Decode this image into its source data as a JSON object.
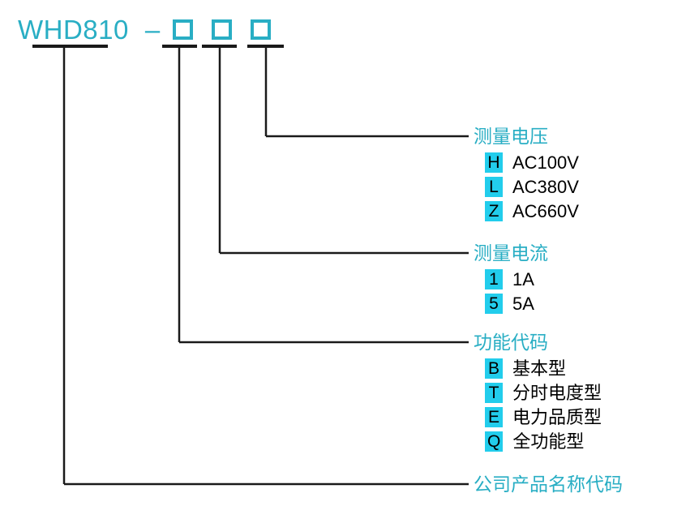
{
  "model": {
    "name": "WHD810",
    "separator": "–",
    "slots": [
      {
        "name": "function-code-slot",
        "value": ""
      },
      {
        "name": "current-slot",
        "value": ""
      },
      {
        "name": "voltage-slot",
        "value": ""
      }
    ]
  },
  "colors": {
    "accent": "#29aec4",
    "code_badge": "#22cdec",
    "line": "#1a1a1a",
    "text": "#000000",
    "background": "#ffffff"
  },
  "groups": [
    {
      "id": "voltage",
      "title": "测量电压",
      "options": [
        {
          "code": "H",
          "label": "AC100V"
        },
        {
          "code": "L",
          "label": "AC380V"
        },
        {
          "code": "Z",
          "label": "AC660V"
        }
      ]
    },
    {
      "id": "current",
      "title": "测量电流",
      "options": [
        {
          "code": "1",
          "label": "1A"
        },
        {
          "code": "5",
          "label": "5A"
        }
      ]
    },
    {
      "id": "function",
      "title": "功能代码",
      "options": [
        {
          "code": "B",
          "label": "基本型"
        },
        {
          "code": "T",
          "label": "分时电度型"
        },
        {
          "code": "E",
          "label": "电力品质型"
        },
        {
          "code": "Q",
          "label": "全功能型"
        }
      ]
    }
  ],
  "footer": {
    "label": "公司产品名称代码"
  }
}
